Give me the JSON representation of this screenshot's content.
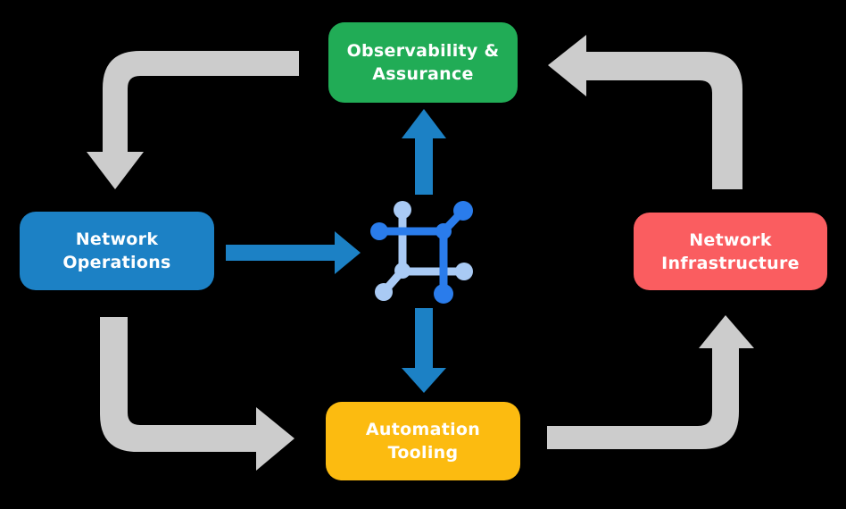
{
  "diagram": {
    "name": "network-automation-cycle",
    "background": "#000000"
  },
  "colors": {
    "green": "#21AC56",
    "blue": "#1C81C5",
    "red": "#FA5D60",
    "yellow": "#FCBB10",
    "gray": "#CCCCCC",
    "icon_dark_blue": "#2A7CEB",
    "icon_light_blue": "#A9CAF4",
    "text": "#FFFFFF"
  },
  "nodes": {
    "observability": {
      "label": "Observability &\nAssurance",
      "color": "#21AC56"
    },
    "operations": {
      "label": "Network\nOperations",
      "color": "#1C81C5"
    },
    "infrastructure": {
      "label": "Network\nInfrastructure",
      "color": "#FA5D60"
    },
    "tooling": {
      "label": "Automation\nTooling",
      "color": "#FCBB10"
    }
  },
  "flow": {
    "outer_cycle": [
      "Observability & Assurance -> Network Operations",
      "Network Operations -> Automation Tooling",
      "Automation Tooling -> Network Infrastructure",
      "Network Infrastructure -> Observability & Assurance"
    ],
    "center_links": [
      "Network Operations -> center icon",
      "center icon -> Observability & Assurance",
      "center icon -> Automation Tooling"
    ],
    "center_icon": "network-fabric-icon"
  }
}
